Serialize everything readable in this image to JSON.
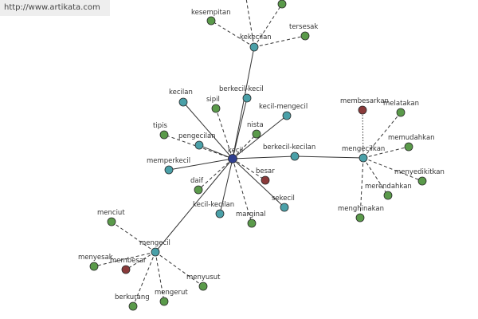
{
  "watermark": {
    "url": "http://www.artikata.com"
  },
  "colors": {
    "hub": "#2f3f8f",
    "blue_node": "#4aa0a8",
    "green_node": "#5a9a4a",
    "red_node": "#8a3a3a",
    "edge": "#333333"
  },
  "graph": {
    "nodes": [
      {
        "id": "kecil",
        "label": "kecil",
        "kind": "hub"
      },
      {
        "id": "kekecilan",
        "label": "kekecilan",
        "kind": "blue"
      },
      {
        "id": "kesempitan",
        "label": "kesempitan",
        "kind": "green"
      },
      {
        "id": "tersesak",
        "label": "tersesak",
        "kind": "green"
      },
      {
        "id": "top_a",
        "label": "",
        "kind": "green"
      },
      {
        "id": "kecilan",
        "label": "kecilan",
        "kind": "blue"
      },
      {
        "id": "sipil",
        "label": "sipil",
        "kind": "green"
      },
      {
        "id": "berkecil-kecil",
        "label": "berkecil-kecil",
        "kind": "blue"
      },
      {
        "id": "kecil-mengecil",
        "label": "kecil-mengecil",
        "kind": "blue"
      },
      {
        "id": "tipis",
        "label": "tipis",
        "kind": "green"
      },
      {
        "id": "pengecilan",
        "label": "pengecilan",
        "kind": "blue"
      },
      {
        "id": "nista",
        "label": "nista",
        "kind": "green"
      },
      {
        "id": "memperkecil",
        "label": "memperkecil",
        "kind": "blue"
      },
      {
        "id": "berkecil-kecilan",
        "label": "berkecil-kecilan",
        "kind": "blue"
      },
      {
        "id": "besar",
        "label": "besar",
        "kind": "red"
      },
      {
        "id": "daif",
        "label": "daif",
        "kind": "green"
      },
      {
        "id": "sekecil",
        "label": "sekecil",
        "kind": "blue"
      },
      {
        "id": "kecil-kecilan",
        "label": "kecil-kecilan",
        "kind": "blue"
      },
      {
        "id": "marginal",
        "label": "marginal",
        "kind": "green"
      },
      {
        "id": "mengecil",
        "label": "mengecil",
        "kind": "blue"
      },
      {
        "id": "menciut",
        "label": "menciut",
        "kind": "green"
      },
      {
        "id": "menyesak",
        "label": "menyesak",
        "kind": "green"
      },
      {
        "id": "membesar",
        "label": "membesar",
        "kind": "red"
      },
      {
        "id": "menyusut",
        "label": "menyusut",
        "kind": "green"
      },
      {
        "id": "berkurang",
        "label": "berkurang",
        "kind": "green"
      },
      {
        "id": "mengerut",
        "label": "mengerut",
        "kind": "green"
      },
      {
        "id": "mengecilkan",
        "label": "mengecilkan",
        "kind": "blue"
      },
      {
        "id": "membesarkan",
        "label": "membesarkan",
        "kind": "red"
      },
      {
        "id": "melatakan",
        "label": "melatakan",
        "kind": "green"
      },
      {
        "id": "memudahkan",
        "label": "memudahkan",
        "kind": "green"
      },
      {
        "id": "menyedikitkan",
        "label": "menyedikitkan",
        "kind": "green"
      },
      {
        "id": "merendahkan",
        "label": "merendahkan",
        "kind": "green"
      },
      {
        "id": "menghinakan",
        "label": "menghinakan",
        "kind": "green"
      }
    ],
    "edges": [
      {
        "from": "kecil",
        "to": "kekecilan",
        "style": "solid"
      },
      {
        "from": "kecil",
        "to": "kecilan",
        "style": "solid"
      },
      {
        "from": "kecil",
        "to": "berkecil-kecil",
        "style": "solid"
      },
      {
        "from": "kecil",
        "to": "kecil-mengecil",
        "style": "solid"
      },
      {
        "from": "kecil",
        "to": "pengecilan",
        "style": "solid"
      },
      {
        "from": "kecil",
        "to": "memperkecil",
        "style": "solid"
      },
      {
        "from": "kecil",
        "to": "berkecil-kecilan",
        "style": "solid"
      },
      {
        "from": "kecil",
        "to": "sekecil",
        "style": "solid"
      },
      {
        "from": "kecil",
        "to": "kecil-kecilan",
        "style": "solid"
      },
      {
        "from": "kecil",
        "to": "mengecil",
        "style": "solid"
      },
      {
        "from": "berkecil-kecilan",
        "to": "mengecilkan",
        "style": "solid"
      },
      {
        "from": "kecil",
        "to": "sipil",
        "style": "dashed"
      },
      {
        "from": "kecil",
        "to": "tipis",
        "style": "dashed"
      },
      {
        "from": "kecil",
        "to": "nista",
        "style": "dashed"
      },
      {
        "from": "kecil",
        "to": "besar",
        "style": "dashed"
      },
      {
        "from": "kecil",
        "to": "daif",
        "style": "dashed"
      },
      {
        "from": "kecil",
        "to": "marginal",
        "style": "dashed"
      },
      {
        "from": "kekecilan",
        "to": "kesempitan",
        "style": "dashed"
      },
      {
        "from": "kekecilan",
        "to": "tersesak",
        "style": "dashed"
      },
      {
        "from": "kekecilan",
        "to": "top_a",
        "style": "dashed"
      },
      {
        "from": "kekecilan",
        "to": "top_b",
        "style": "dashed"
      },
      {
        "from": "mengecil",
        "to": "menciut",
        "style": "dashed"
      },
      {
        "from": "mengecil",
        "to": "menyesak",
        "style": "dashed"
      },
      {
        "from": "mengecil",
        "to": "membesar",
        "style": "dashed"
      },
      {
        "from": "mengecil",
        "to": "menyusut",
        "style": "dashed"
      },
      {
        "from": "mengecil",
        "to": "berkurang",
        "style": "dashed"
      },
      {
        "from": "mengecil",
        "to": "mengerut",
        "style": "dashed"
      },
      {
        "from": "mengecilkan",
        "to": "membesarkan",
        "style": "dotted"
      },
      {
        "from": "mengecilkan",
        "to": "melatakan",
        "style": "dashed"
      },
      {
        "from": "mengecilkan",
        "to": "memudahkan",
        "style": "dashed"
      },
      {
        "from": "mengecilkan",
        "to": "menyedikitkan",
        "style": "dashed"
      },
      {
        "from": "mengecilkan",
        "to": "merendahkan",
        "style": "dashed"
      },
      {
        "from": "mengecilkan",
        "to": "menghinakan",
        "style": "dashed"
      }
    ]
  }
}
